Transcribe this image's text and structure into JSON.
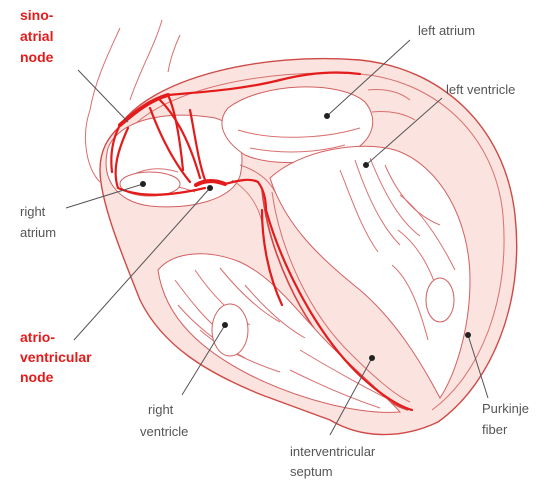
{
  "colors": {
    "conduction": "#e41b1b",
    "tissue_stroke": "#cf4a46",
    "tissue_fill": "#fbe3df",
    "label_text": "#555555"
  },
  "labels": {
    "sinoatrial_node": [
      "sino-",
      "atrial",
      "node"
    ],
    "right_atrium": [
      "right",
      "atrium"
    ],
    "atrioventricular_node": [
      "atrio-",
      "ventricular",
      "node"
    ],
    "left_atrium": "left atrium",
    "left_ventricle": "left ventricle",
    "right_ventricle": [
      "right",
      "ventricle"
    ],
    "interventricular_septum": [
      "interventricular",
      "septum"
    ],
    "purkinje_fiber": [
      "Purkinje",
      "fiber"
    ]
  }
}
